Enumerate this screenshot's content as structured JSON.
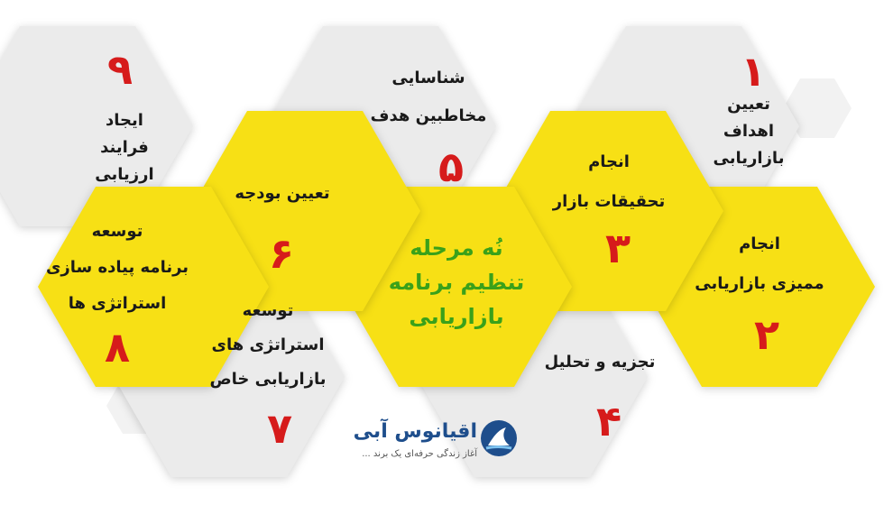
{
  "steps": [
    {
      "num": "۱",
      "lines": [
        "تعیین",
        "اهداف",
        "بازاریابی"
      ]
    },
    {
      "num": "۲",
      "lines": [
        "انجام",
        "ممیزی بازاریابی"
      ]
    },
    {
      "num": "۳",
      "lines": [
        "انجام",
        "تحقیقات بازار"
      ]
    },
    {
      "num": "۴",
      "lines": [
        "تجزیه و تحلیل"
      ]
    },
    {
      "num": "۵",
      "lines": [
        "شناسایی",
        "مخاطبین هدف"
      ]
    },
    {
      "num": "۶",
      "lines": [
        "تعیین بودجه"
      ]
    },
    {
      "num": "۷",
      "lines": [
        "توسعه",
        "استراتژی های",
        "بازاریابی خاص"
      ]
    },
    {
      "num": "۸",
      "lines": [
        "توسعه",
        "برنامه پیاده سازی",
        "استراتژی ها"
      ]
    },
    {
      "num": "۹",
      "lines": [
        "ایجاد",
        "فرایند",
        "ارزیابی"
      ]
    }
  ],
  "center": {
    "lines": [
      "نُه مرحله",
      "تنظیم برنامه",
      "بازاریابی"
    ]
  },
  "logo": {
    "name": "اقیانوس آبی",
    "tagline": "آغاز زندگی حرفه‌ای یک برند ..."
  },
  "colors": {
    "yellow": "#f7e015",
    "gray": "#ebebeb",
    "number_red": "#d61b1b",
    "center_green": "#3aa11a",
    "logo_blue": "#1e4e8c"
  }
}
